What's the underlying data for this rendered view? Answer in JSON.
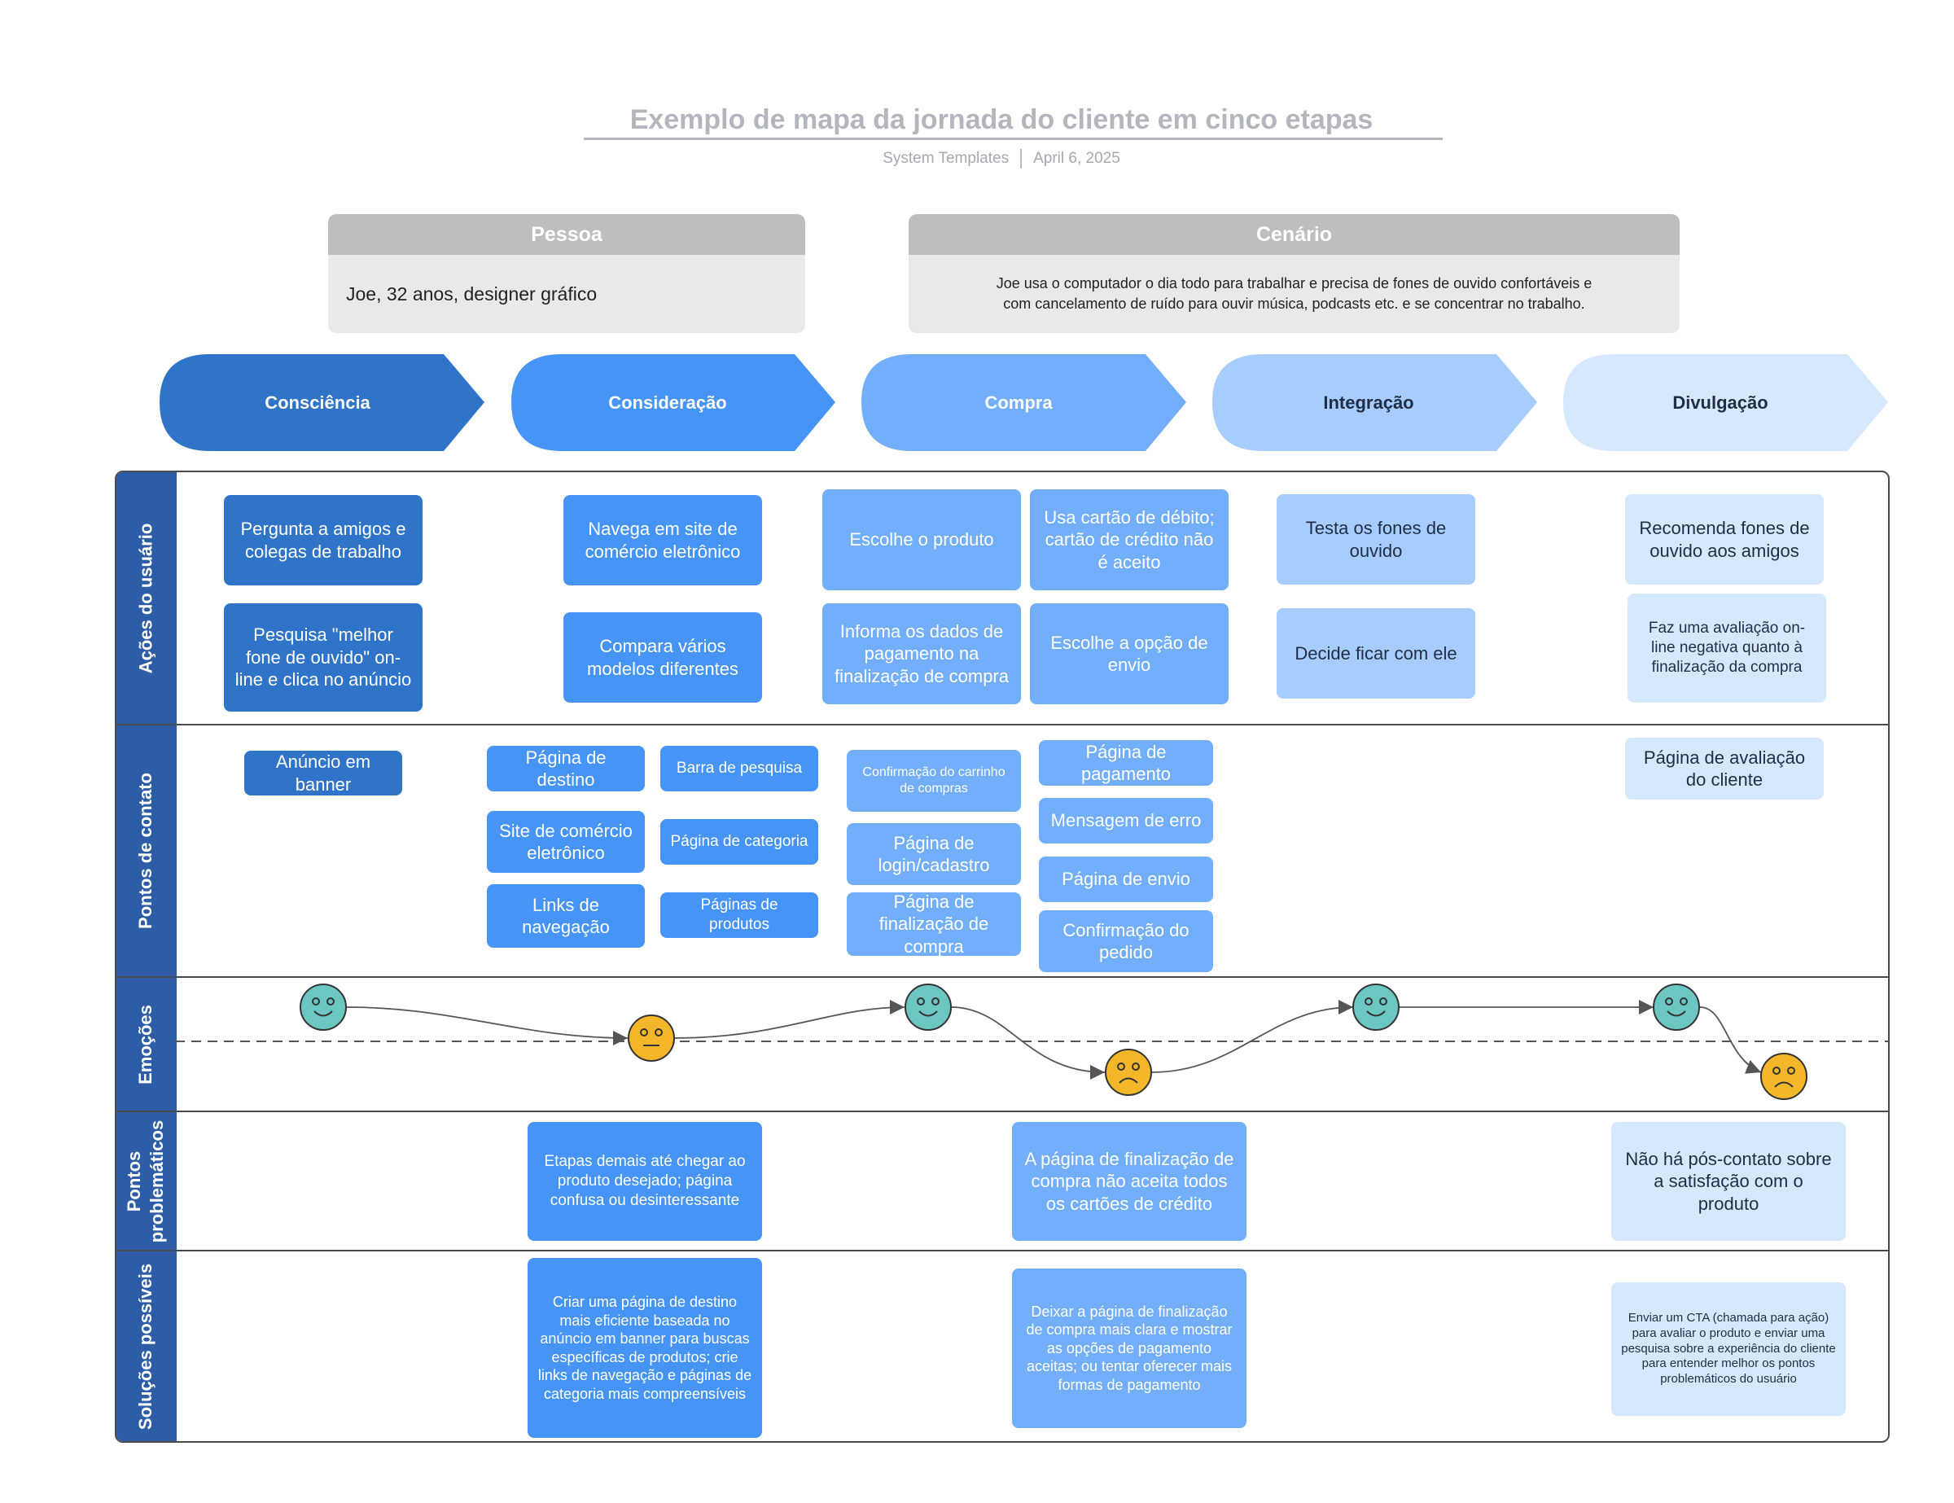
{
  "header": {
    "title": "Exemplo de mapa da jornada do cliente em cinco etapas",
    "source": "System Templates",
    "date": "April 6, 2025"
  },
  "persona": {
    "label": "Pessoa",
    "text": "Joe, 32 anos, designer gráfico"
  },
  "scenario": {
    "label": "Cenário",
    "text_line1": "Joe usa o computador o dia todo para trabalhar e precisa de fones de ouvido confortáveis e",
    "text_line2": "com cancelamento de ruído para ouvir música, podcasts etc. e se concentrar no trabalho."
  },
  "colors": {
    "stage1": "#2f74c8",
    "stage2": "#4694f6",
    "stage3": "#72aefa",
    "stage4": "#a6cdfd",
    "stage5": "#d6e8fe",
    "label_column": "#2d5da6",
    "happy": "#6cc7c3",
    "neutral": "#f5b72a",
    "sad": "#f5b72a"
  },
  "stages": [
    {
      "label": "Consciência"
    },
    {
      "label": "Consideração"
    },
    {
      "label": "Compra"
    },
    {
      "label": "Integração"
    },
    {
      "label": "Divulgação"
    }
  ],
  "rows": {
    "actions": "Ações do usuário",
    "touchpoints": "Pontos de contato",
    "emotions": "Emoções",
    "pain_line1": "Pontos",
    "pain_line2": "problemáticos",
    "solutions": "Soluções possíveis"
  },
  "actions": {
    "awareness": [
      "Pergunta a amigos e colegas de trabalho",
      "Pesquisa \"melhor fone de ouvido\" on-line e clica no anúncio"
    ],
    "consideration": [
      "Navega em site de comércio eletrônico",
      "Compara vários modelos diferentes"
    ],
    "purchase": [
      "Escolhe o produto",
      "Usa cartão de débito; cartão de crédito não é aceito",
      "Informa os dados de pagamento na finalização de compra",
      "Escolhe a opção de envio"
    ],
    "onboarding": [
      "Testa os fones de ouvido",
      "Decide ficar com ele"
    ],
    "advocacy": [
      "Recomenda fones de ouvido aos amigos",
      "Faz uma avaliação on-line negativa quanto à finalização da compra"
    ]
  },
  "touchpoints": {
    "awareness": [
      "Anúncio em banner"
    ],
    "consideration": [
      "Página de destino",
      "Barra de pesquisa",
      "Site de comércio eletrônico",
      "Página de categoria",
      "Links de navegação",
      "Páginas de produtos"
    ],
    "purchase": [
      "Confirmação do carrinho de compras",
      "Página de pagamento",
      "Mensagem de erro",
      "Página de login/cadastro",
      "Página de envio",
      "Página de finalização de compra",
      "Confirmação do pedido"
    ],
    "advocacy": [
      "Página de avaliação do cliente"
    ]
  },
  "emotions": [
    "happy",
    "neutral",
    "happy",
    "sad",
    "happy",
    "happy",
    "sad"
  ],
  "pain_points": [
    "Etapas demais até chegar ao produto desejado; página confusa ou desinteressante",
    "A página de finalização de compra não aceita todos os cartões de crédito",
    "Não há pós-contato sobre a satisfação com o produto"
  ],
  "solutions": [
    "Criar uma página de destino mais eficiente baseada no anúncio em banner para buscas específicas de produtos; crie links de navegação e páginas de categoria mais compreensíveis",
    "Deixar a página de finalização de compra mais clara e mostrar as opções de pagamento aceitas; ou tentar oferecer mais formas de pagamento",
    "Enviar um CTA (chamada para ação) para avaliar o produto e enviar uma pesquisa sobre a experiência do cliente para entender melhor os pontos problemáticos do usuário"
  ]
}
